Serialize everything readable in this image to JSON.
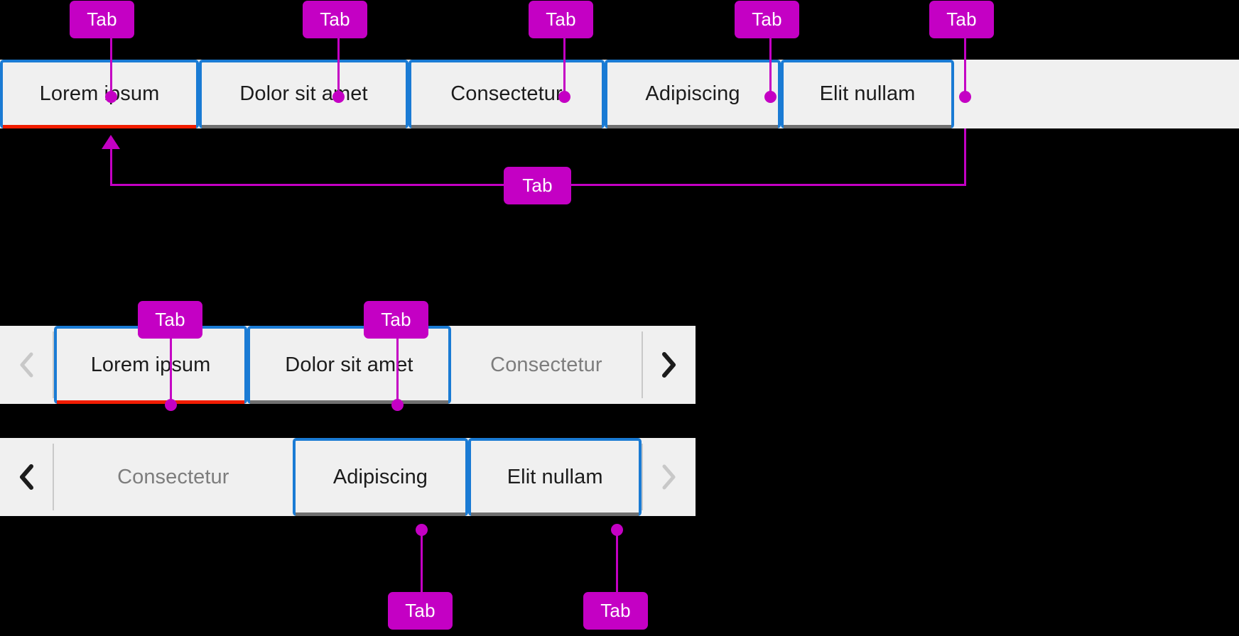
{
  "background_color": "#000000",
  "theme": {
    "surface": "#f0f0f0",
    "focus_ring": "#1a7bd4",
    "selected_underline": "#f01c00",
    "unselected_underline": "#707070",
    "annotation": "#c400c4",
    "label_text": "#1c1c1c",
    "disabled_text": "#7d7d7d"
  },
  "annotation": {
    "role_label": "Tab",
    "badges": [
      {
        "id": "b1",
        "label": "Tab"
      },
      {
        "id": "b2",
        "label": "Tab"
      },
      {
        "id": "b3",
        "label": "Tab"
      },
      {
        "id": "b4",
        "label": "Tab"
      },
      {
        "id": "b5",
        "label": "Tab"
      },
      {
        "id": "b6",
        "label": "Tab"
      },
      {
        "id": "b7",
        "label": "Tab"
      },
      {
        "id": "b8",
        "label": "Tab"
      },
      {
        "id": "b9",
        "label": "Tab"
      },
      {
        "id": "b10",
        "label": "Tab"
      }
    ]
  },
  "tabbars": [
    {
      "name": "full-tab-bar",
      "scroll_buttons": false,
      "tabs": [
        {
          "label": "Lorem ipsum",
          "state": "selected",
          "focus_ring": true,
          "underline": "selected",
          "dim": false
        },
        {
          "label": "Dolor sit amet",
          "state": "unselected",
          "focus_ring": true,
          "underline": "unselected",
          "dim": false
        },
        {
          "label": "Consectetur",
          "state": "unselected",
          "focus_ring": true,
          "underline": "unselected",
          "dim": false
        },
        {
          "label": "Adipiscing",
          "state": "unselected",
          "focus_ring": true,
          "underline": "unselected",
          "dim": false
        },
        {
          "label": "Elit nullam",
          "state": "unselected",
          "focus_ring": true,
          "underline": "unselected",
          "dim": false
        }
      ]
    },
    {
      "name": "scrollable-tab-bar-page-1",
      "scroll_buttons": true,
      "prev_enabled": false,
      "next_enabled": true,
      "prev_icon": "chevron-left-icon",
      "next_icon": "chevron-right-icon",
      "tabs": [
        {
          "label": "Lorem ipsum",
          "state": "selected",
          "focus_ring": true,
          "underline": "selected",
          "dim": false
        },
        {
          "label": "Dolor sit amet",
          "state": "unselected",
          "focus_ring": true,
          "underline": "unselected",
          "dim": false
        },
        {
          "label": "Consectetur",
          "state": "unselected",
          "focus_ring": false,
          "underline": "none",
          "dim": true
        }
      ]
    },
    {
      "name": "scrollable-tab-bar-page-2",
      "scroll_buttons": true,
      "prev_enabled": true,
      "next_enabled": false,
      "prev_icon": "chevron-left-icon",
      "next_icon": "chevron-right-icon",
      "tabs": [
        {
          "label": "Consectetur",
          "state": "unselected",
          "focus_ring": false,
          "underline": "none",
          "dim": true
        },
        {
          "label": "Adipiscing",
          "state": "unselected",
          "focus_ring": true,
          "underline": "unselected",
          "dim": false
        },
        {
          "label": "Elit nullam",
          "state": "unselected",
          "focus_ring": true,
          "underline": "unselected",
          "dim": false
        }
      ]
    }
  ]
}
